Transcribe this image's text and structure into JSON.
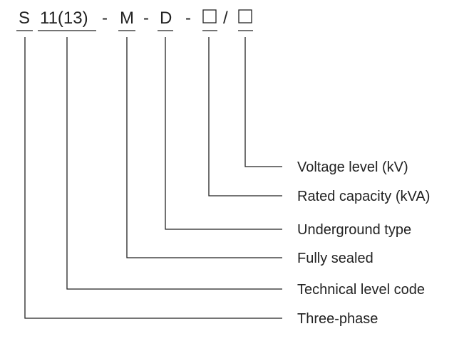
{
  "model_code": {
    "prefix": "S",
    "level": "11(13)",
    "dash": "-",
    "sealed": "M",
    "type": "D",
    "slash": "/"
  },
  "labels": {
    "voltage": "Voltage level (kV)",
    "capacity": "Rated capacity (kVA)",
    "underground": "Underground type",
    "sealed": "Fully sealed",
    "technical": "Technical level code",
    "phase": "Three-phase"
  },
  "colors": {
    "ink": "#222222",
    "background": "#ffffff"
  }
}
